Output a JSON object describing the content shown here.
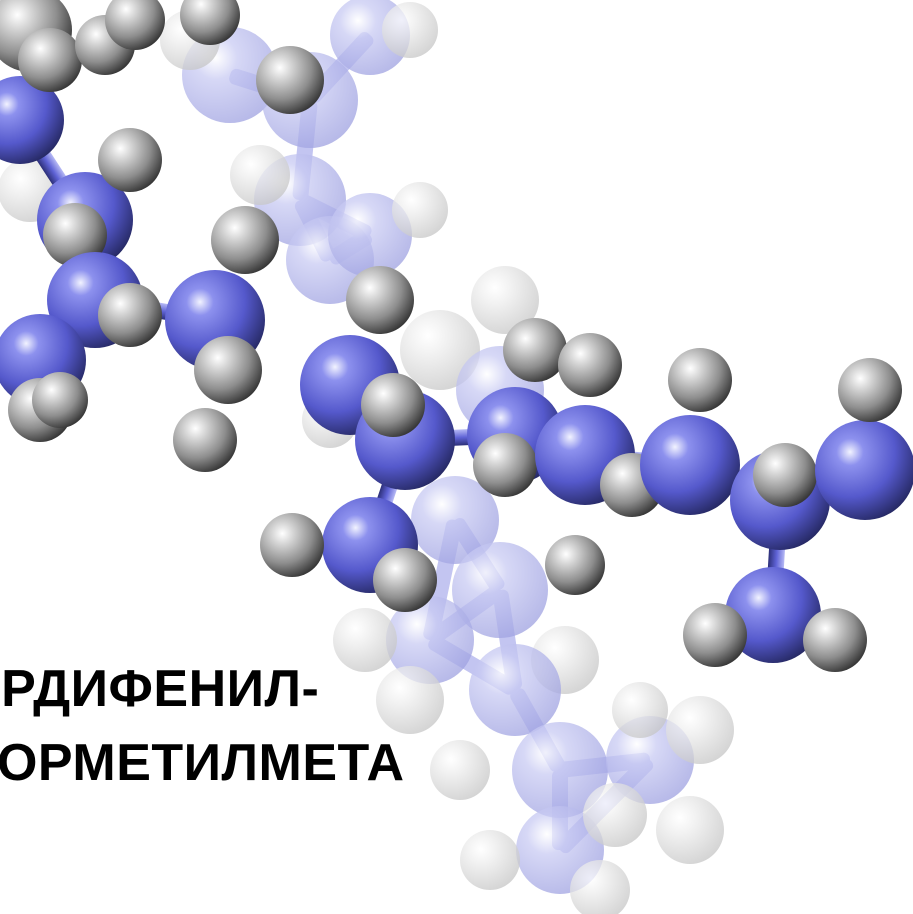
{
  "caption": {
    "lines": [
      "ЕРДИФЕНИЛ-",
      "ТОРМЕТИЛМЕТА"
    ]
  },
  "image": {
    "subject": "ball-and-stick molecular model",
    "atom_colors": {
      "heavy_atom": "#5a5fd0",
      "hydrogen": "#9c9c9c"
    }
  }
}
